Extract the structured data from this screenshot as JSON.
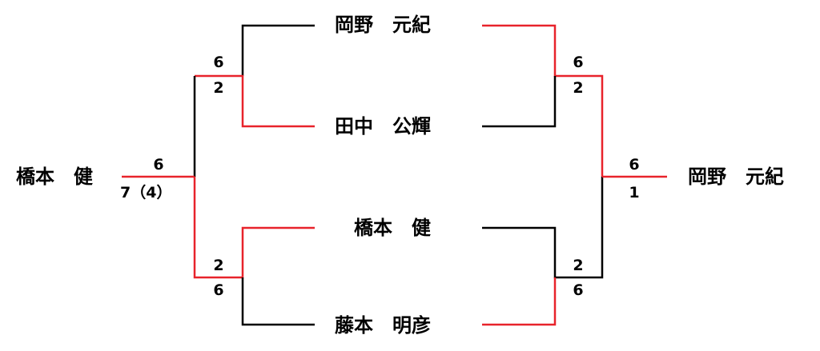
{
  "colors": {
    "winner_line": "#e8232b",
    "loser_line": "#000000",
    "text": "#000000"
  },
  "players": {
    "top1": "岡野　元紀",
    "top2": "田中　公輝",
    "bottom1": "橋本　健",
    "bottom2": "藤本　明彦",
    "left_finalist": "橋本　健",
    "champion": "岡野　元紀"
  },
  "scores": {
    "left_top_match": {
      "upper": "6",
      "lower": "2"
    },
    "left_bottom_match": {
      "upper": "2",
      "lower": "6"
    },
    "left_final": {
      "upper": "6",
      "lower": "7（4）"
    },
    "right_top_match": {
      "upper": "6",
      "lower": "2"
    },
    "right_bottom_match": {
      "upper": "2",
      "lower": "6"
    },
    "right_final": {
      "upper": "6",
      "lower": "1"
    }
  }
}
